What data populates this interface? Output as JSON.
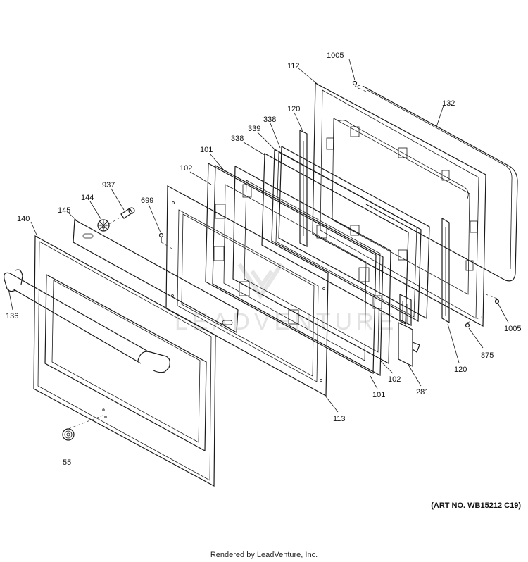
{
  "labels": {
    "p1005_top": "1005",
    "p112": "112",
    "p132": "132",
    "p120_top": "120",
    "p338_a": "338",
    "p339": "339",
    "p338_b": "338",
    "p101_top": "101",
    "p102_top": "102",
    "p937": "937",
    "p144": "144",
    "p699": "699",
    "p145": "145",
    "p140": "140",
    "p136": "136",
    "p1005_right": "1005",
    "p875": "875",
    "p120_bottom": "120",
    "p281": "281",
    "p102_bottom": "102",
    "p101_bottom": "101",
    "p113": "113",
    "p55": "55"
  },
  "watermark": "LEADVENTURE",
  "art_number": "(ART NO. WB15212 C19)",
  "footer": "Rendered by LeadVenture, Inc."
}
